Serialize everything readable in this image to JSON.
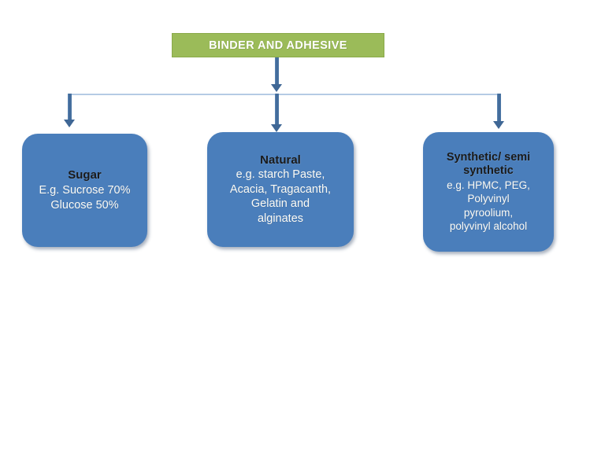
{
  "diagram": {
    "title_node": {
      "label": "BINDER AND ADHESIVE",
      "fill_color": "#9BBB59",
      "text_color": "#FFFFFF"
    },
    "branches": [
      {
        "id": "sugar",
        "heading": "Sugar",
        "body_lines": [
          "E.g. Sucrose 70%",
          "Glucose 50%"
        ],
        "fill_color": "#4A7EBB",
        "heading_color": "#1A1A1A",
        "body_color": "#FBFBF6"
      },
      {
        "id": "natural",
        "heading": "Natural",
        "body_lines": [
          "e.g. starch Paste,",
          "Acacia, Tragacanth,",
          "Gelatin and",
          "alginates"
        ],
        "fill_color": "#4A7EBB",
        "heading_color": "#1A1A1A",
        "body_color": "#FBFBF6"
      },
      {
        "id": "synthetic",
        "heading_lines": [
          "Synthetic/ semi",
          "synthetic"
        ],
        "heading": "Synthetic/ semi synthetic",
        "body_lines": [
          "e.g. HPMC, PEG,",
          "Polyvinyl",
          "pyroolium,",
          "polyvinyl alcohol"
        ],
        "fill_color": "#4A7EBB",
        "heading_color": "#1A1A1A",
        "body_color": "#FBFBF6"
      }
    ],
    "connector_color": "#3F6795",
    "connector_line_color": "#A9C3DF"
  }
}
